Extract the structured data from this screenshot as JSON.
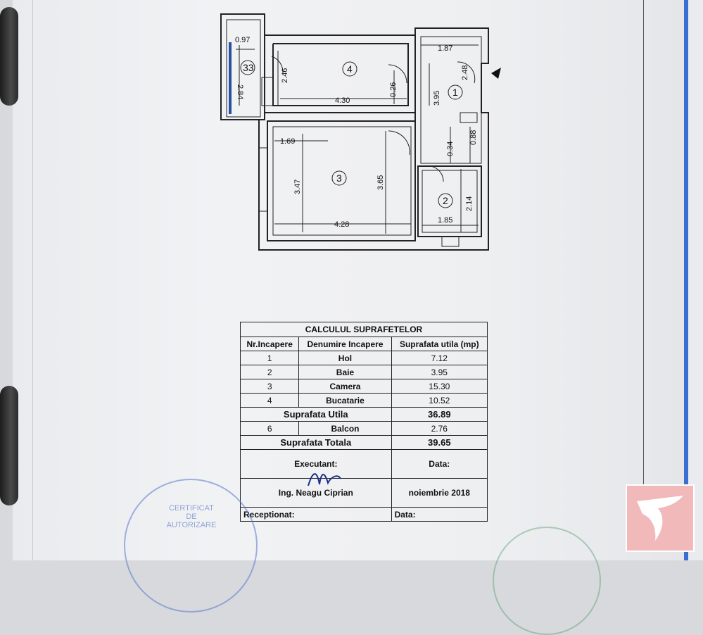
{
  "plan": {
    "rooms": [
      {
        "number": "33"
      },
      {
        "number": "4"
      },
      {
        "number": "1"
      },
      {
        "number": "3"
      },
      {
        "number": "2"
      }
    ],
    "dimensions": {
      "balcon_w": "0.97",
      "balcon_h": "2.84",
      "bucatarie_h": "2.46",
      "bucatarie_w": "4.30",
      "bucatarie_wall": "0.26",
      "hol_w": "1.87",
      "hol_door": "2.48",
      "hol_h": "3.95",
      "camera_offset": "1.69",
      "camera_h1": "3.47",
      "camera_h2": "3.65",
      "camera_w": "4.28",
      "hol_small1": "0.34",
      "hol_small2": "0.88",
      "baie_h": "2.14",
      "baie_w": "1.85"
    }
  },
  "table": {
    "title": "CALCULUL SUPRAFETELOR",
    "headers": [
      "Nr.Incapere",
      "Denumire Incapere",
      "Suprafata utila (mp)"
    ],
    "rows": [
      {
        "nr": "1",
        "name": "Hol",
        "area": "7.12"
      },
      {
        "nr": "2",
        "name": "Baie",
        "area": "3.95"
      },
      {
        "nr": "3",
        "name": "Camera",
        "area": "15.30"
      },
      {
        "nr": "4",
        "name": "Bucatarie",
        "area": "10.52"
      }
    ],
    "utila_label": "Suprafata Utila",
    "utila_value": "36.89",
    "balcon": {
      "nr": "6",
      "name": "Balcon",
      "area": "2.76"
    },
    "totala_label": "Suprafata Totala",
    "totala_value": "39.65",
    "executant_label": "Executant:",
    "data_label": "Data:",
    "engineer": "Ing. Neagu Ciprian",
    "date": "noiembrie 2018",
    "receptionat_label": "Receptionat:",
    "data_label2": "Data:"
  },
  "stamp": {
    "line1": "CERTIFICAT",
    "line2": "DE",
    "line3": "AUTORIZARE"
  },
  "colors": {
    "ink": "#111111",
    "paper": "#eeeff1",
    "stamp_blue": "#5a78c8",
    "logo_pink": "#f1b9b9"
  }
}
